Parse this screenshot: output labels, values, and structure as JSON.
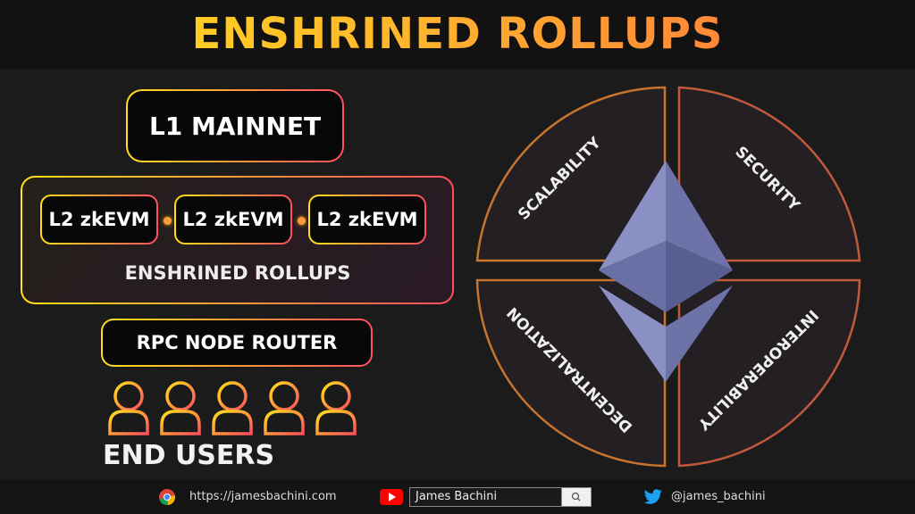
{
  "title": "ENSHRINED ROLLUPS",
  "left": {
    "l1_label": "L1 MAINNET",
    "zk_boxes": [
      "L2 zkEVM",
      "L2 zkEVM",
      "L2 zkEVM"
    ],
    "panel_label": "ENSHRINED ROLLUPS",
    "rpc_label": "RPC NODE ROUTER",
    "users_label": "END USERS",
    "user_icons": "user-icon"
  },
  "circle": {
    "quadrants": [
      "SCALABILITY",
      "SECURITY",
      "DECENTRALIZATION",
      "INTEROPERABILITY"
    ],
    "center_icon": "ethereum-logo-icon"
  },
  "footer": {
    "website": "https://jamesbachini.com",
    "youtube": "James Bachini",
    "twitter": "@james_bachini"
  },
  "colors": {
    "accent_yellow": "#ffe01a",
    "accent_orange": "#ff9a3a",
    "accent_red": "#ff4f5e",
    "eth_purple": "#7a80b5"
  }
}
